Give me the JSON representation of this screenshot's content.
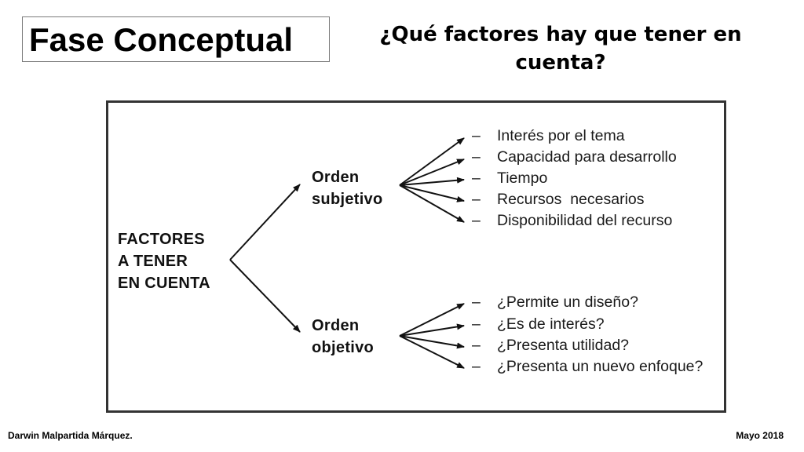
{
  "slide": {
    "title": "Fase Conceptual",
    "question": "¿Qué factores hay que tener en cuenta?"
  },
  "diagram": {
    "root": {
      "lines": [
        "FACTORES",
        "A TENER",
        "EN CUENTA"
      ]
    },
    "branches": [
      {
        "lines": [
          "Orden",
          "subjetivo"
        ],
        "items": [
          "Interés por el tema",
          "Capacidad para desarrollo",
          "Tiempo",
          "Recursos  necesarios",
          "Disponibilidad del recurso"
        ]
      },
      {
        "lines": [
          "Orden",
          "objetivo"
        ],
        "items": [
          "¿Permite un diseño?",
          "¿Es de interés?",
          "¿Presenta utilidad?",
          "¿Presenta un nuevo enfoque?"
        ]
      }
    ],
    "dash": "–",
    "colors": {
      "frame": "#333333",
      "arrow": "#111111"
    }
  },
  "footer": {
    "author": "Darwin Malpartida Márquez.",
    "date": "Mayo 2018"
  }
}
